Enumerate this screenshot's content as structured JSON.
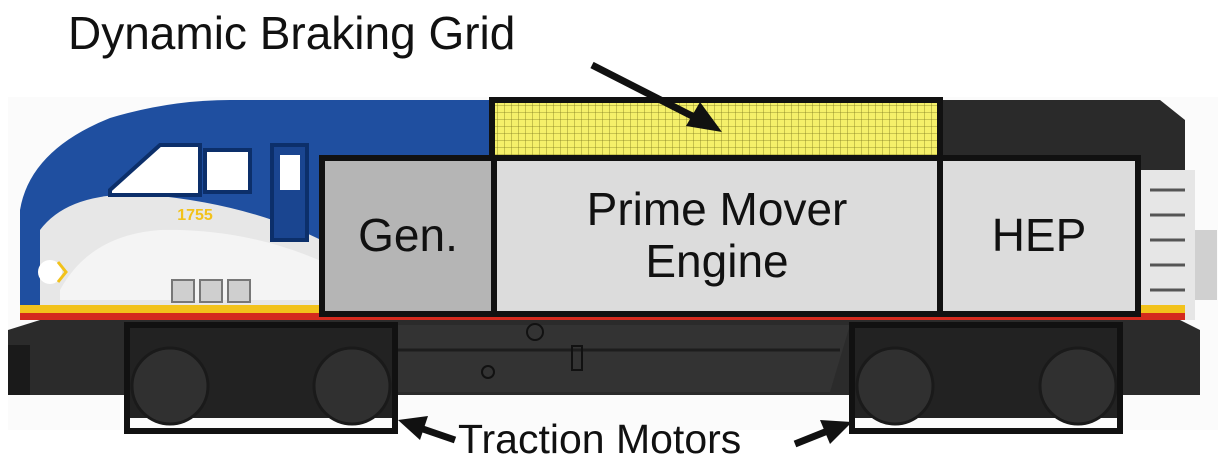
{
  "labels": {
    "dynamic_braking_grid": "Dynamic Braking Grid",
    "generator": "Gen.",
    "prime_mover_line1": "Prime Mover",
    "prime_mover_line2": "Engine",
    "hep": "HEP",
    "traction_motors": "Traction Motors",
    "unit_number": "1755"
  },
  "colors": {
    "body_blue": "#1f4fa0",
    "dark_blue": "#123a80",
    "grid_yellow": "#f5f06a",
    "gen_gray": "#b5b5b5",
    "light_gray": "#dcdcdc",
    "stripe_red": "#d42a1e",
    "stripe_yellow": "#f2c21b",
    "undercarriage": "#2b2b2b",
    "outline": "#111111"
  }
}
